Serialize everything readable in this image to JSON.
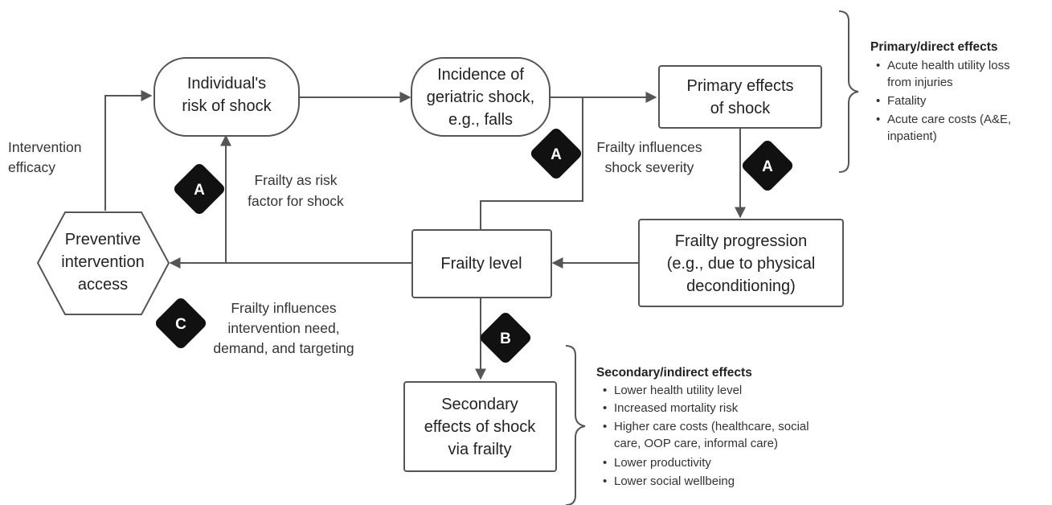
{
  "nodes": {
    "individual_risk": [
      "Individual's",
      "risk of shock"
    ],
    "incidence": [
      "Incidence of",
      "geriatric shock,",
      "e.g., falls"
    ],
    "primary_effects": [
      "Primary effects",
      "of shock"
    ],
    "preventive": [
      "Preventive",
      "intervention",
      "access"
    ],
    "frailty_level": [
      "Frailty level"
    ],
    "frailty_progression": [
      "Frailty progression",
      "(e.g., due to physical",
      "deconditioning)"
    ],
    "secondary_effects": [
      "Secondary",
      "effects of shock",
      "via frailty"
    ]
  },
  "labels": {
    "intervention_efficacy": [
      "Intervention",
      "efficacy"
    ],
    "frailty_risk_factor": [
      "Frailty as risk",
      "factor for shock"
    ],
    "frailty_severity": [
      "Frailty influences",
      "shock severity"
    ],
    "frailty_intervention": [
      "Frailty influences",
      "intervention need,",
      "demand, and targeting"
    ]
  },
  "badges": {
    "risk_factor": "A",
    "severity": "A",
    "progression": "A",
    "secondary": "B",
    "intervention": "C"
  },
  "primary_list": {
    "heading": "Primary/direct effects",
    "items": [
      [
        "Acute health utility loss",
        "from injuries"
      ],
      [
        "Fatality"
      ],
      [
        "Acute care costs (A&E,",
        "inpatient)"
      ]
    ]
  },
  "secondary_list": {
    "heading": "Secondary/indirect effects",
    "items": [
      [
        "Lower health utility level"
      ],
      [
        "Increased mortality risk"
      ],
      [
        "Higher care costs (healthcare, social",
        "care, OOP care, informal care)"
      ],
      [
        "Lower productivity"
      ],
      [
        "Lower social wellbeing"
      ]
    ]
  },
  "colors": {
    "line": "#555555",
    "box_border": "#555555",
    "badge": "#111111",
    "badge_text": "#ffffff"
  }
}
